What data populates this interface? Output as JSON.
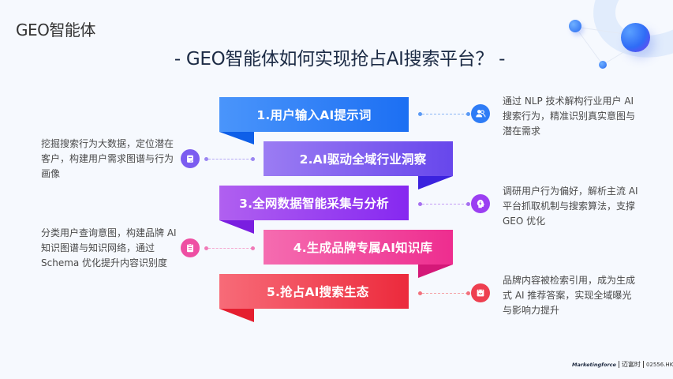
{
  "brand": "GEO智能体",
  "title": "- GEO智能体如何实现抢占AI搜索平台？  -",
  "colors": {
    "background": "#f6f9fe",
    "step1": "#1c6ff3",
    "step2": "#6747ec",
    "step3": "#8628f0",
    "step4": "#ee2d8f",
    "step5": "#ec2a3c"
  },
  "steps": [
    {
      "label": "1.用户输入AI提示词",
      "icon": "users-icon",
      "side": "right",
      "description": "通过 NLP 技术解构行业用户 AI 搜索行为，精准识别真实意图与潜在需求"
    },
    {
      "label": "2.AI驱动全域行业洞察",
      "icon": "shopping-bag-check-icon",
      "side": "left",
      "description": "挖掘搜索行为大数据，定位潜在客户，构建用户需求图谱与行为画像"
    },
    {
      "label": "3.全网数据智能采集与分析",
      "icon": "lightbulb-head-icon",
      "side": "right",
      "description": "调研用户行为偏好，解析主流 AI 平台抓取机制与搜索算法，支撑 GEO 优化"
    },
    {
      "label": "4.生成品牌专属AI知识库",
      "icon": "clipboard-icon",
      "side": "left",
      "description": "分类用户查询意图，构建品牌 AI 知识图谱与知识网络，通过 Schema 优化提升内容识别度"
    },
    {
      "label": "5.抢占AI搜索生态",
      "icon": "smile-box-icon",
      "side": "right",
      "description": "品牌内容被检索引用，成为生成式 AI 推荐答案，实现全域曝光与影响力提升"
    }
  ],
  "footer": {
    "logo": "Marketingforce",
    "cn_name": "迈富时",
    "ticker": "02556.HK"
  }
}
